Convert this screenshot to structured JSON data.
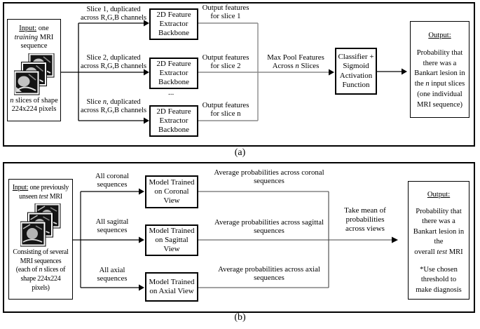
{
  "captions": {
    "a": "(a)",
    "b": "(b)"
  },
  "colors": {
    "connector_gray": "#8a8a8a",
    "ink": "#000000"
  },
  "panel_a": {
    "input_box": {
      "title_u": "Input:",
      "title_rest": " one",
      "l2_i": "training",
      "l2_rest": " MRI",
      "l3": "sequence",
      "c1_i": "n",
      "c1_rest": " slices of shape",
      "c2": "224x224 pixels"
    },
    "slice_labels": [
      {
        "l1": "Slice 1, duplicated",
        "l2": "across R,G,B channels"
      },
      {
        "l1": "Slice 2, duplicated",
        "l2": "across R,G,B channels"
      },
      {
        "l1a": "Slice ",
        "l1b": "n",
        "l1c": ", duplicated",
        "l2": "across R,G,B channels"
      }
    ],
    "feature_boxes": [
      {
        "l1": "2D Feature",
        "l2": "Extractor",
        "l3": "Backbone"
      },
      {
        "l1": "2D Feature",
        "l2": "Extractor",
        "l3": "Backbone"
      },
      {
        "l1": "2D Feature",
        "l2": "Extractor",
        "l3": "Backbone"
      }
    ],
    "ellipsis": "...",
    "output_feature_labels": [
      {
        "l1": "Output features",
        "l2": "for slice 1"
      },
      {
        "l1": "Output features",
        "l2": "for slice 2"
      },
      {
        "l1": "Output features",
        "l2": "for slice n"
      }
    ],
    "max_pool": {
      "l1": "Max Pool Features",
      "l2a": "Across ",
      "l2b": "n",
      "l2c": " Slices"
    },
    "classifier_box": {
      "l1": "Classifier +",
      "l2": "Sigmoid",
      "l3": "Activation",
      "l4": "Function"
    },
    "output_box": {
      "title": "Output:",
      "l1": "Probability that",
      "l2": "there was a",
      "l3": "Bankart lesion in",
      "l4a": "the ",
      "l4b": "n",
      "l4c": " input slices",
      "l5": "(one individual",
      "l6": "MRI sequence)"
    }
  },
  "panel_b": {
    "input_box": {
      "title_u": "Input:",
      "title_rest": " one previously",
      "l2a": "unseen ",
      "l2b": "test",
      "l2c": " MRI",
      "c1": "Consisting of several",
      "c2": "MRI sequences",
      "c3a": "(each of ",
      "c3b": "n",
      "c3c": " slices of",
      "c4": "shape 224x224",
      "c5": "pixels)"
    },
    "seq_labels": [
      {
        "l1": "All coronal",
        "l2": "sequences"
      },
      {
        "l1": "All sagittal",
        "l2": "sequences"
      },
      {
        "l1": "All axial",
        "l2": "sequences"
      }
    ],
    "model_boxes": [
      {
        "l1": "Model Trained",
        "l2": "on Coronal",
        "l3": "View"
      },
      {
        "l1": "Model Trained",
        "l2": "on Sagittal",
        "l3": "View"
      },
      {
        "l1": "Model Trained",
        "l2": "on Axial View"
      }
    ],
    "avg_labels": [
      {
        "l1": "Average probabilities across coronal",
        "l2": "sequences"
      },
      {
        "l1": "Average probabilities across sagittal",
        "l2": "sequences"
      },
      {
        "l1": "Average probabilities across axial",
        "l2": "sequences"
      }
    ],
    "take_mean": {
      "l1": "Take mean of",
      "l2": "probabilities",
      "l3": "across views"
    },
    "output_box": {
      "title": "Output:",
      "l1": "Probability that",
      "l2": "there was a",
      "l3": "Bankart lesion in",
      "l4": "the",
      "l5a": "overall ",
      "l5b": "test",
      "l5c": " MRI",
      "l6": "*Use chosen",
      "l7": "threshold to",
      "l8": "make diagnosis"
    }
  }
}
